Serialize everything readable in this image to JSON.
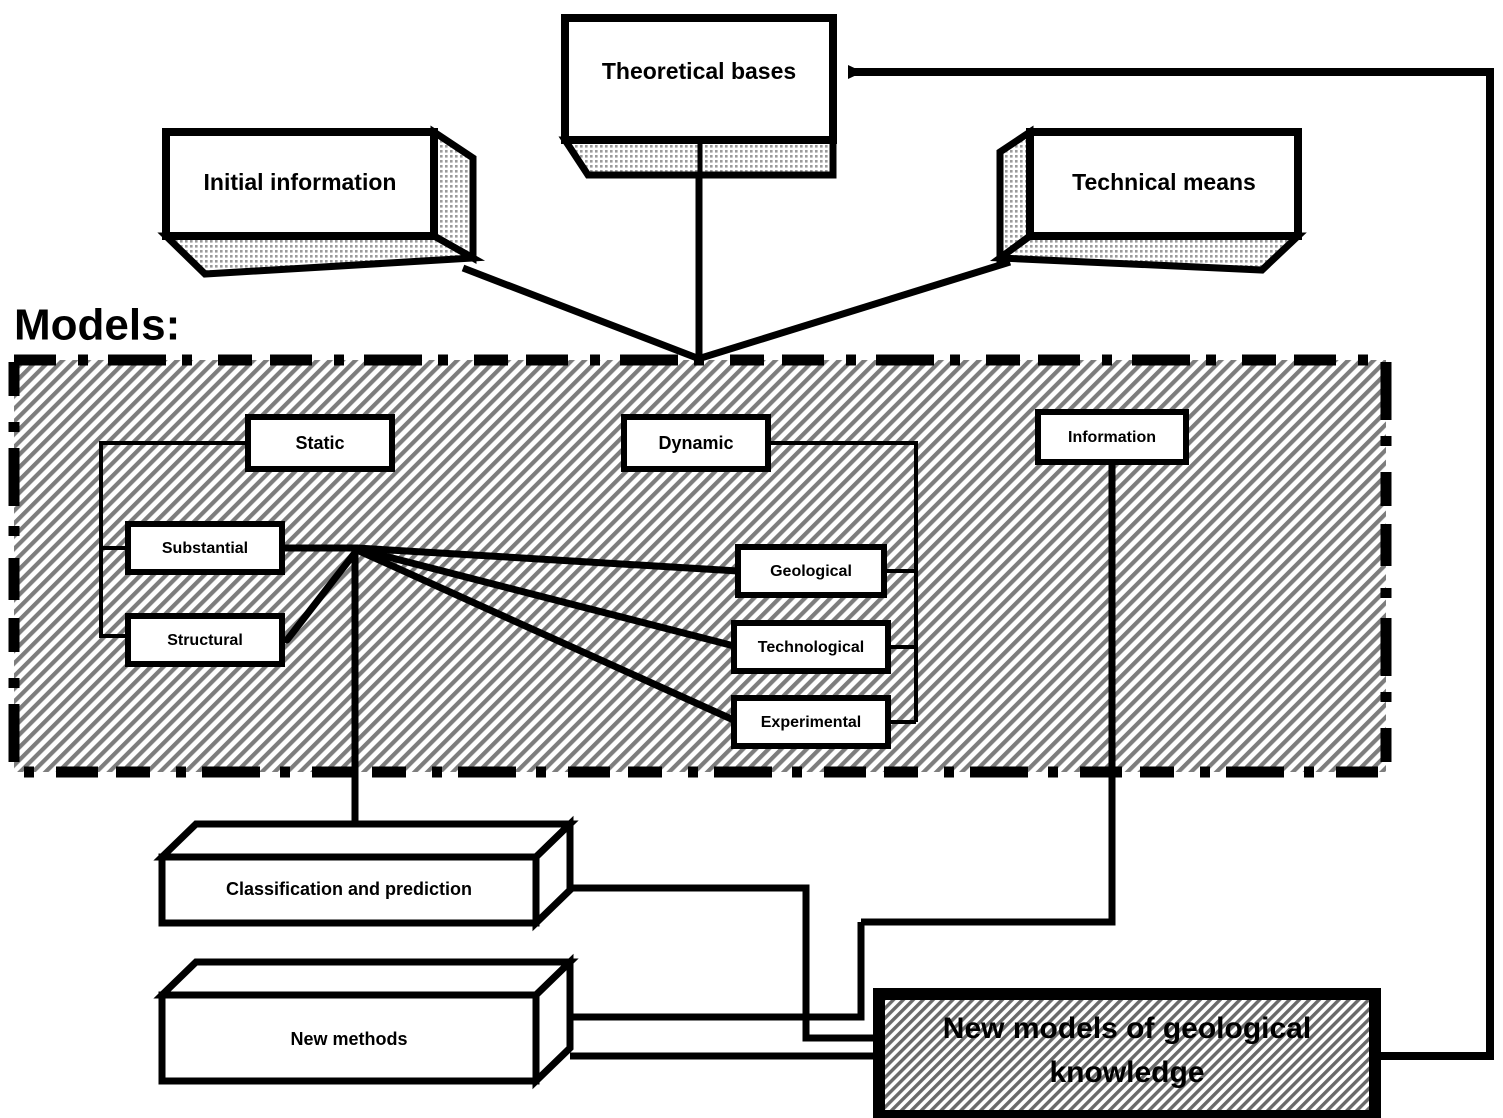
{
  "diagram": {
    "title_label": "Models:",
    "top_boxes": [
      {
        "id": "initial-information",
        "label": "Initial information"
      },
      {
        "id": "theoretical-bases",
        "label": "Theoretical bases"
      },
      {
        "id": "technical-means",
        "label": "Technical means"
      }
    ],
    "models_group": {
      "label": "Models:",
      "nodes": [
        {
          "id": "static",
          "label": "Static"
        },
        {
          "id": "dynamic",
          "label": "Dynamic"
        },
        {
          "id": "information",
          "label": "Information"
        },
        {
          "id": "substantial",
          "label": "Substantial"
        },
        {
          "id": "structural",
          "label": "Structural"
        },
        {
          "id": "geological",
          "label": "Geological"
        },
        {
          "id": "technological",
          "label": "Technological"
        },
        {
          "id": "experimental",
          "label": "Experimental"
        }
      ]
    },
    "bottom_boxes": [
      {
        "id": "classification-and-prediction",
        "label": "Classification and prediction"
      },
      {
        "id": "new-methods",
        "label": "New methods"
      }
    ],
    "result_box": {
      "id": "new-models-of-geological-knowledge",
      "label_line1": "New models of geological",
      "label_line2": "knowledge"
    },
    "colors": {
      "stroke": "#000000",
      "fill_white": "#ffffff",
      "hatch_fill": "#d9d9d9",
      "shade_fill": "#cccccc",
      "background": "#ffffff"
    }
  }
}
